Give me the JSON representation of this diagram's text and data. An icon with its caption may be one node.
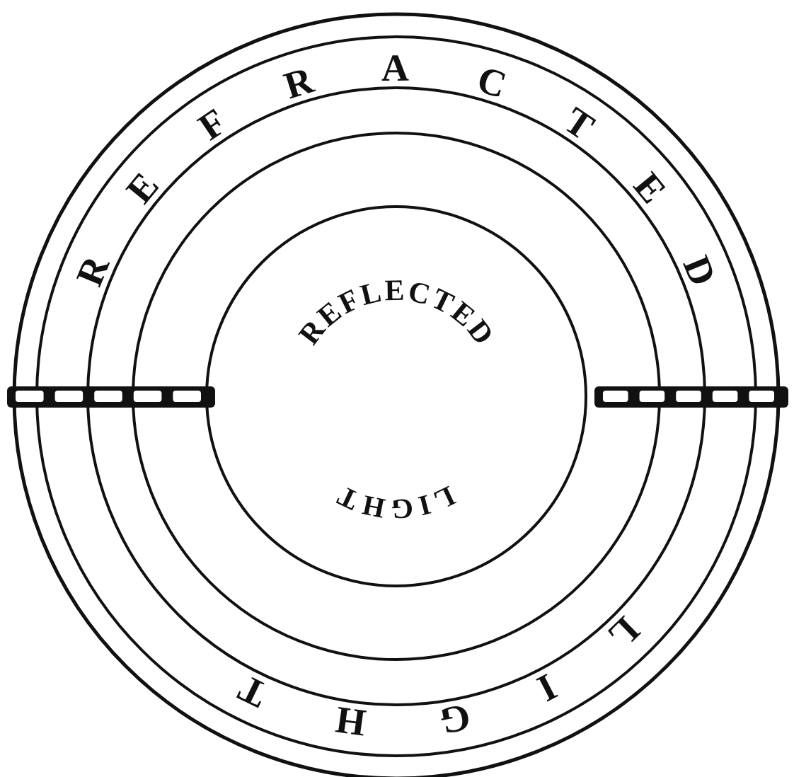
{
  "diagram": {
    "labels": [
      "REFRACTED",
      "LIGHT",
      "REFLECTED",
      "LIGHT"
    ]
  }
}
